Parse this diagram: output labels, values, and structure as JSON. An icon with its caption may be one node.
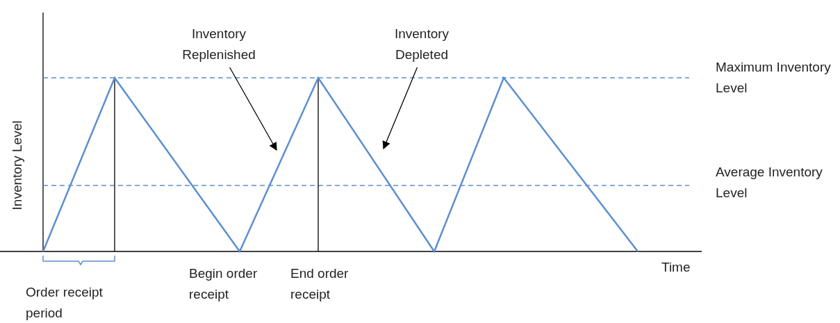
{
  "diagram": {
    "nodes": [
      {
        "text": [
          "Inventory Replenished"
        ]
      },
      {
        "text": [
          "Inventory Depleted"
        ]
      }
    ],
    "edges": [
      {
        "from": 0,
        "to": null,
        "arrow": "to"
      },
      {
        "from": 1,
        "to": null,
        "arrow": "to"
      }
    ],
    "labels": [
      "Maximum Inventory Level",
      "Inventory Level",
      "Average Inventory Level",
      "Time",
      "Begin order receipt",
      "End order receipt",
      "Order receipt period"
    ]
  }
}
